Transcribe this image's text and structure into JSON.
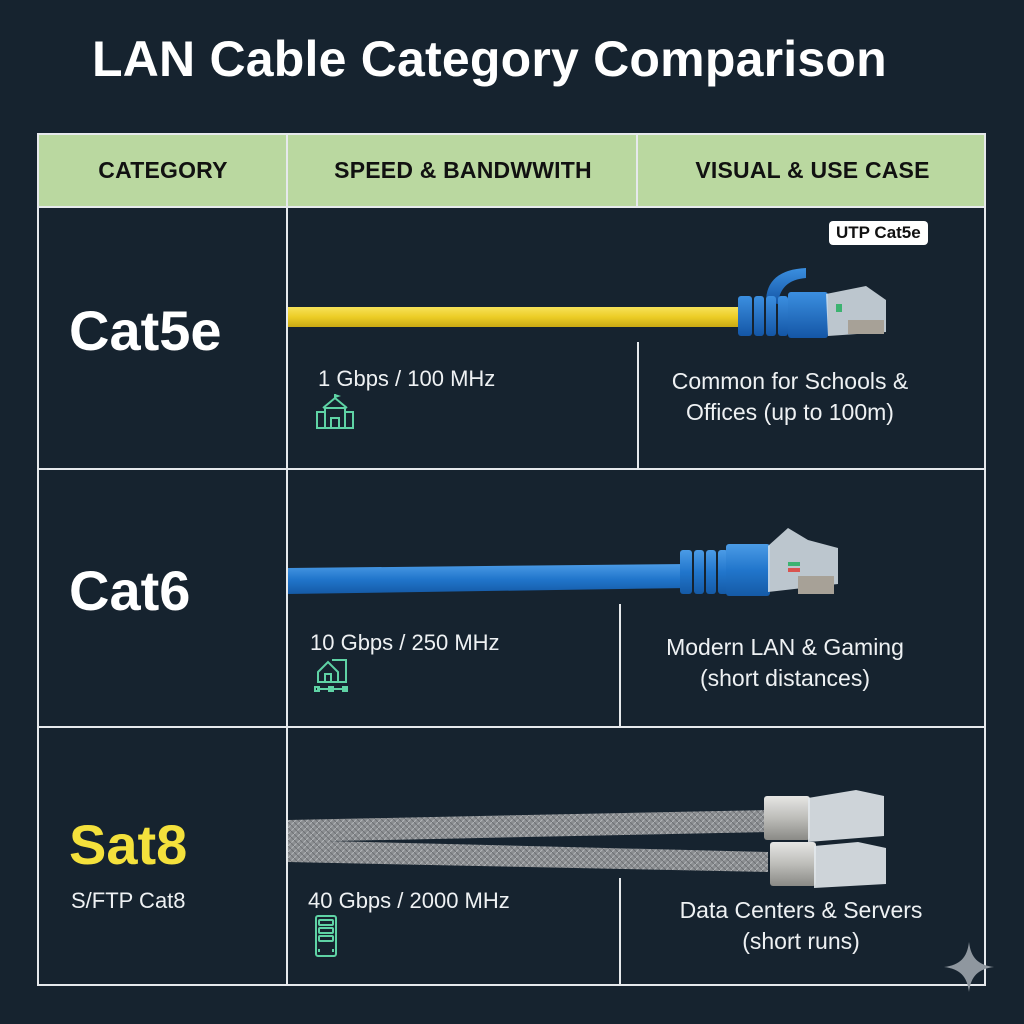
{
  "title": "LAN Cable Category Comparison",
  "colors": {
    "background": "#16232f",
    "header_bg": "#bad8a0",
    "grid_line": "#e6e9ec",
    "icon_accent": "#5fd3a5",
    "highlight_yellow": "#f4e13c",
    "cable_yellow": "#f1d430",
    "cable_blue": "#1f74c9"
  },
  "header": {
    "columns": [
      "CATEGORY",
      "SPEED & BANDWWITH",
      "VISUAL & USE CASE"
    ]
  },
  "rows": [
    {
      "category": "Cat5e",
      "subtitle": "",
      "speed": "1 Gbps / 100 MHz",
      "icon": "school-building-icon",
      "cable_label": "UTP Cat5e",
      "cable_visual": "yellow cable with blue RJ45 connector",
      "use_case_line1": "Common for Schools &",
      "use_case_line2": "Offices (up to 100m)"
    },
    {
      "category": "Cat6",
      "subtitle": "",
      "speed": "10 Gbps / 250 MHz",
      "icon": "home-network-icon",
      "cable_visual": "blue cable with blue RJ45 connector",
      "use_case_line1": "Modern LAN & Gaming",
      "use_case_line2": "(short distances)"
    },
    {
      "category": "Sat8",
      "subtitle": "S/FTP Cat8",
      "speed": "40 Gbps / 2000 MHz",
      "icon": "server-rack-icon",
      "cable_visual": "two braided grey cables with shielded metal RJ45 connectors",
      "use_case_line1": "Data Centers & Servers",
      "use_case_line2": "(short runs)"
    }
  ],
  "watermark": "sparkle-icon"
}
